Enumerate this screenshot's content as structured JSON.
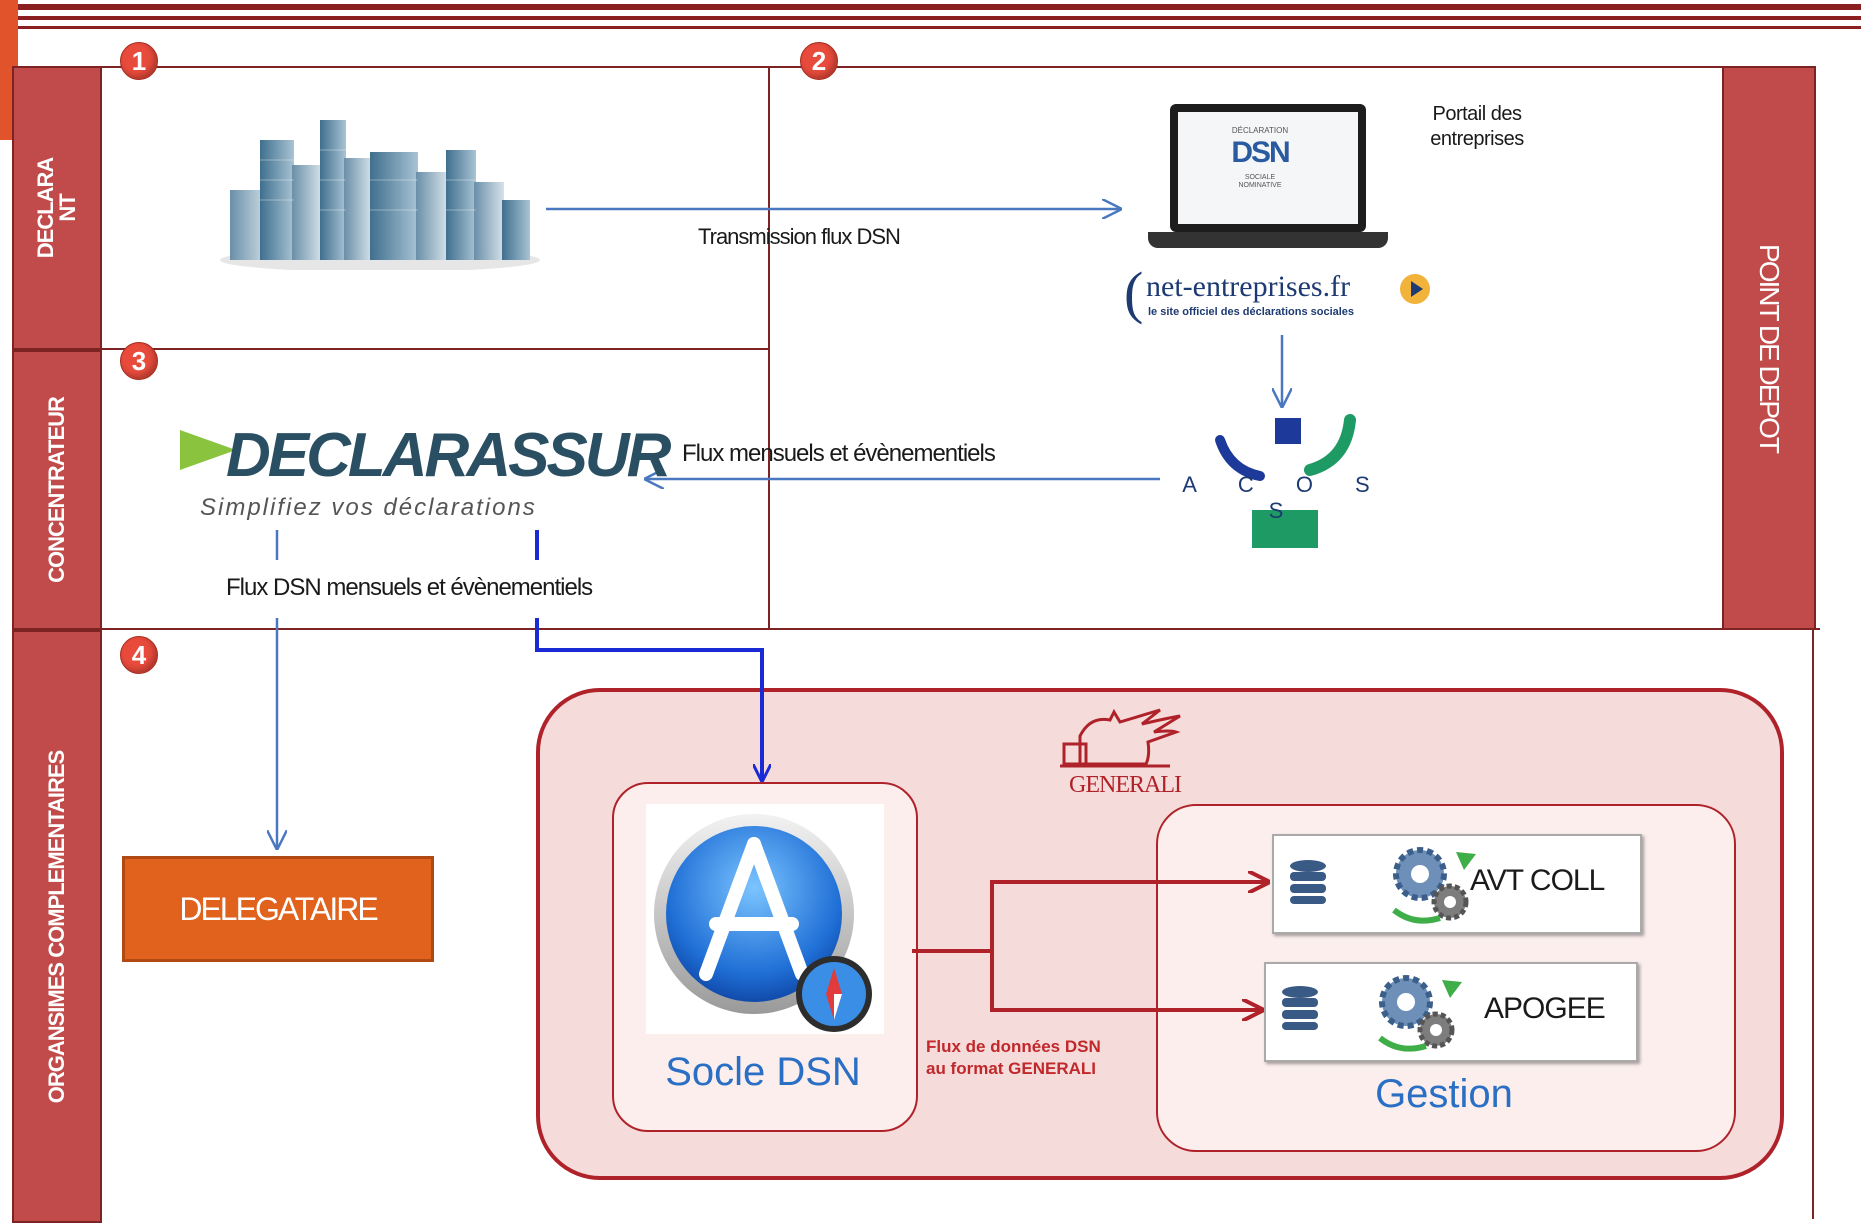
{
  "bands": {
    "declarant": "DECLARA\nNT",
    "concentrateur": "CONCENTRATEUR",
    "organismes": "ORGANSIMES COMPLEMENTAIRES",
    "point_de_depot": "POINT DE DEPOT"
  },
  "steps": [
    "1",
    "2",
    "3",
    "4"
  ],
  "labels": {
    "transmission": "Transmission flux DSN",
    "portail": "Portail des\nentreprises",
    "flux_mensuels": "Flux mensuels et évènementiels",
    "flux_dsn_mensuels": "Flux DSN mensuels et évènementiels",
    "flux_generali": "Flux de données DSN\nau format GENERALI"
  },
  "logos": {
    "declarassur_main": "DECLARASSUR",
    "declarassur_tagline": "Simplifiez vos déclarations",
    "net_entreprises": "net-entreprises.fr",
    "net_entreprises_tagline": "le site officiel des déclarations sociales",
    "dsn_screen_top": "DÉCLARATION",
    "dsn_screen_logo": "DSN",
    "dsn_screen_bottom": "SOCIALE\nNOMINATIVE",
    "acoss": "A C O S S",
    "generali": "GENERALI"
  },
  "boxes": {
    "delegataire": "DELEGATAIRE",
    "socle": "Socle DSN",
    "gestion": "Gestion",
    "avt_coll": "AVT COLL",
    "apogee": "APOGEE"
  },
  "colors": {
    "band": "#c14b4b",
    "band_border": "#7e2323",
    "arrow_blue": "#4a78c0",
    "arrow_darkblue": "#1a2bd6",
    "arrow_red": "#b0222a",
    "delegataire": "#e0621c",
    "generali_bg": "#f5dcda"
  },
  "icons": {
    "city": "city-buildings-icon",
    "laptop": "laptop-icon",
    "appstore": "app-store-icon",
    "database": "database-icon",
    "gears": "gears-icon",
    "lion": "generali-lion-icon"
  }
}
